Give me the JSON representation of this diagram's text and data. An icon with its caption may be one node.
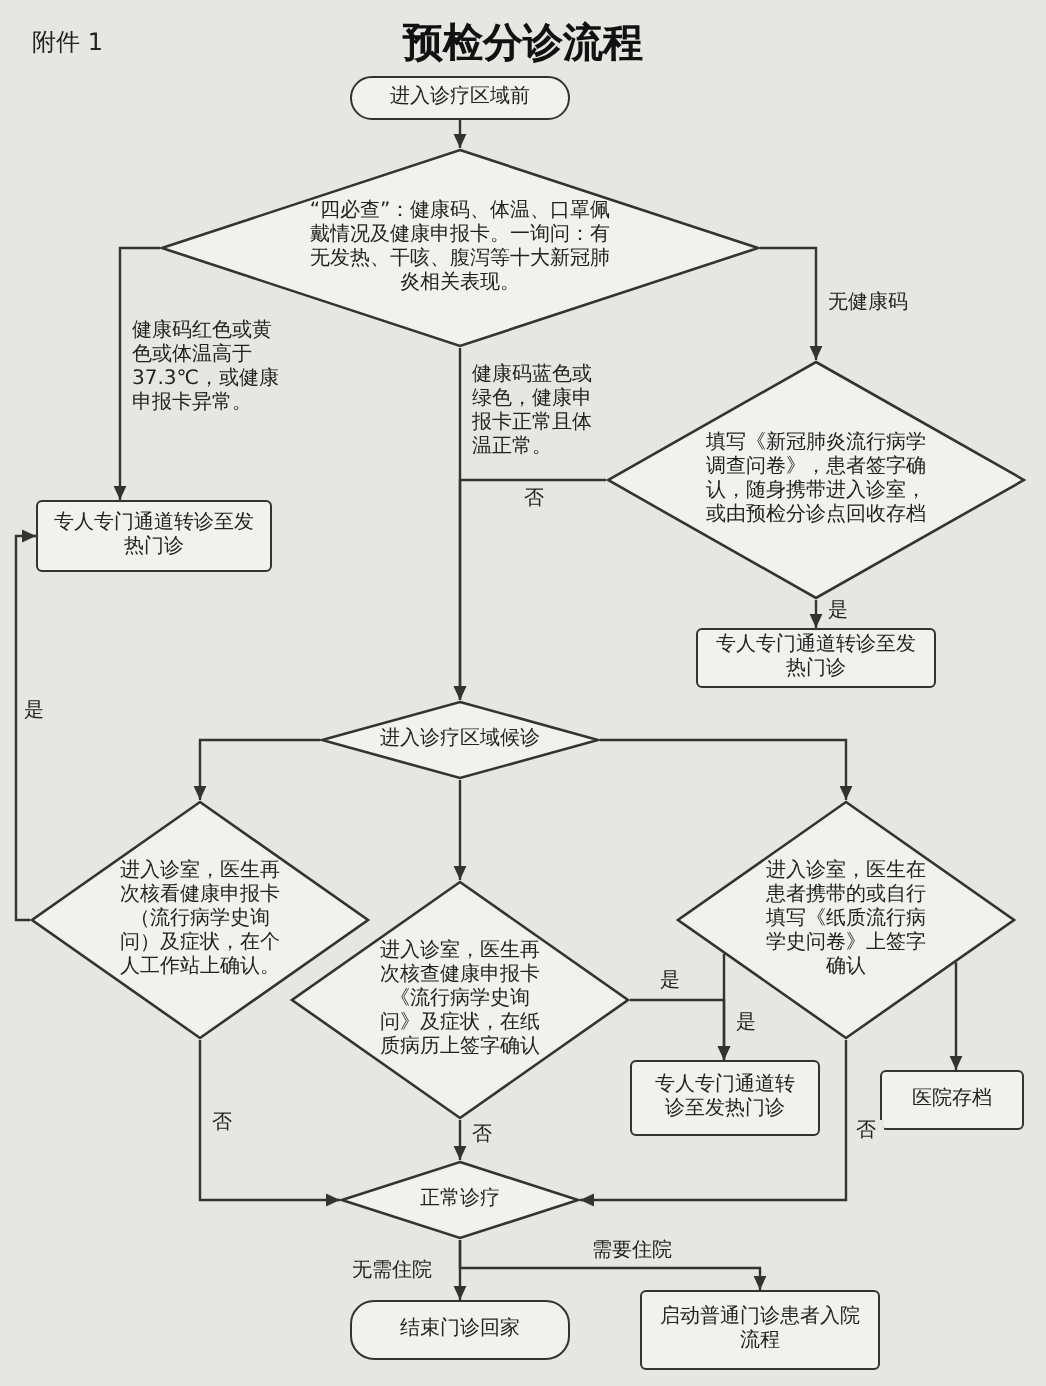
{
  "diagram": {
    "title": "预检分诊流程",
    "nodes": [
      {
        "text": [
          "进入诊疗区域前"
        ]
      },
      {
        "text": [
          "“四必查”：健康码、体温、口罩佩戴情况及健康申报卡。一询问：有无发热、干咳、腹泻等十大新冠肺炎相关表现。"
        ]
      },
      {
        "text": [
          "专人专门通道转诊至发热门诊"
        ]
      },
      {
        "text": [
          "填写《新冠肺炎流行病学调查问卷》，患者签字确认，随身携带进入诊室，或由预检分诊点回收存档"
        ]
      },
      {
        "text": [
          "专人专门通道转诊至发热门诊"
        ]
      },
      {
        "text": [
          "进入诊疗区域候诊"
        ]
      },
      {
        "text": [
          "进入诊室，医生再次核看健康申报卡（流行病学史询问）及症状，在个人工作站上确认。"
        ]
      },
      {
        "text": [
          "进入诊室，医生再次核查健康申报卡《流行病学史询问》及症状，在纸质病历上签字确认"
        ]
      },
      {
        "text": [
          "进入诊室，医生在患者携带的或自行填写《纸质流行病学史问卷》上签字确认"
        ]
      },
      {
        "text": [
          "专人专门通道转诊至发热门诊"
        ]
      },
      {
        "text": [
          "医院存档"
        ]
      },
      {
        "text": [
          "正常诊疗"
        ]
      },
      {
        "text": [
          "结束门诊回家"
        ]
      },
      {
        "text": [
          "启动普通门诊患者入院流程"
        ]
      }
    ],
    "edges": [
      {
        "from": 0,
        "to": 1,
        "arrow": "to"
      },
      {
        "from": 1,
        "to": 2,
        "arrow": "to",
        "label": "健康码红色或黄色或体温高于37.3℃，或健康申报卡异常。"
      },
      {
        "from": 1,
        "to": 3,
        "arrow": "to",
        "label": "无健康码"
      },
      {
        "from": 1,
        "to": 5,
        "arrow": "to",
        "label": "健康码蓝色或绿色，健康申报卡正常且体温正常。"
      },
      {
        "from": 3,
        "to": 5,
        "arrow": "to",
        "label": "否"
      },
      {
        "from": 3,
        "to": 4,
        "arrow": "to",
        "label": "是"
      },
      {
        "from": 5,
        "to": 6,
        "arrow": "to"
      },
      {
        "from": 5,
        "to": 7,
        "arrow": "to"
      },
      {
        "from": 5,
        "to": 8,
        "arrow": "to"
      },
      {
        "from": 6,
        "to": 2,
        "arrow": "to",
        "label": "是"
      },
      {
        "from": 6,
        "to": 11,
        "arrow": "to",
        "label": "否"
      },
      {
        "from": 7,
        "to": 9,
        "arrow": "to",
        "label": "是"
      },
      {
        "from": 7,
        "to": 11,
        "arrow": "to",
        "label": "否"
      },
      {
        "from": 8,
        "to": 9,
        "arrow": "to",
        "label": "是"
      },
      {
        "from": 8,
        "to": 10,
        "arrow": "to"
      },
      {
        "from": 8,
        "to": 11,
        "arrow": "to",
        "label": "否"
      },
      {
        "from": 11,
        "to": 12,
        "arrow": "to",
        "label": "无需住院"
      },
      {
        "from": 11,
        "to": 13,
        "arrow": "to",
        "label": "需要住院"
      }
    ],
    "labels": [
      "附件 1"
    ]
  }
}
